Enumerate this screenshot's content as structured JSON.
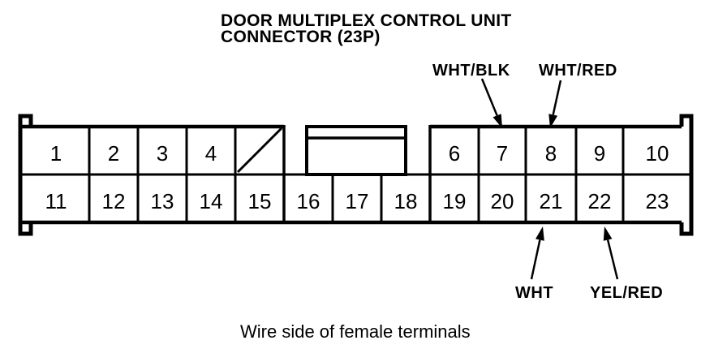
{
  "title": {
    "line1": "DOOR MULTIPLEX CONTROL UNIT",
    "line2": "CONNECTOR (23P)"
  },
  "connector": {
    "type": "23P female connector, wire side",
    "pins_top": [
      "1",
      "2",
      "3",
      "4",
      "6",
      "7",
      "8",
      "9",
      "10"
    ],
    "pins_bottom": [
      "11",
      "12",
      "13",
      "14",
      "15",
      "16",
      "17",
      "18",
      "19",
      "20",
      "21",
      "22",
      "23"
    ]
  },
  "wire_labels": {
    "top": [
      {
        "label": "WHT/BLK",
        "points_to_pin": "7"
      },
      {
        "label": "WHT/RED",
        "points_to_pin": "8"
      }
    ],
    "bottom": [
      {
        "label": "WHT",
        "points_to_pin": "21"
      },
      {
        "label": "YEL/RED",
        "points_to_pin": "22"
      }
    ]
  },
  "caption": "Wire side of female terminals",
  "colors": {
    "line": "#000000",
    "background": "#ffffff"
  }
}
